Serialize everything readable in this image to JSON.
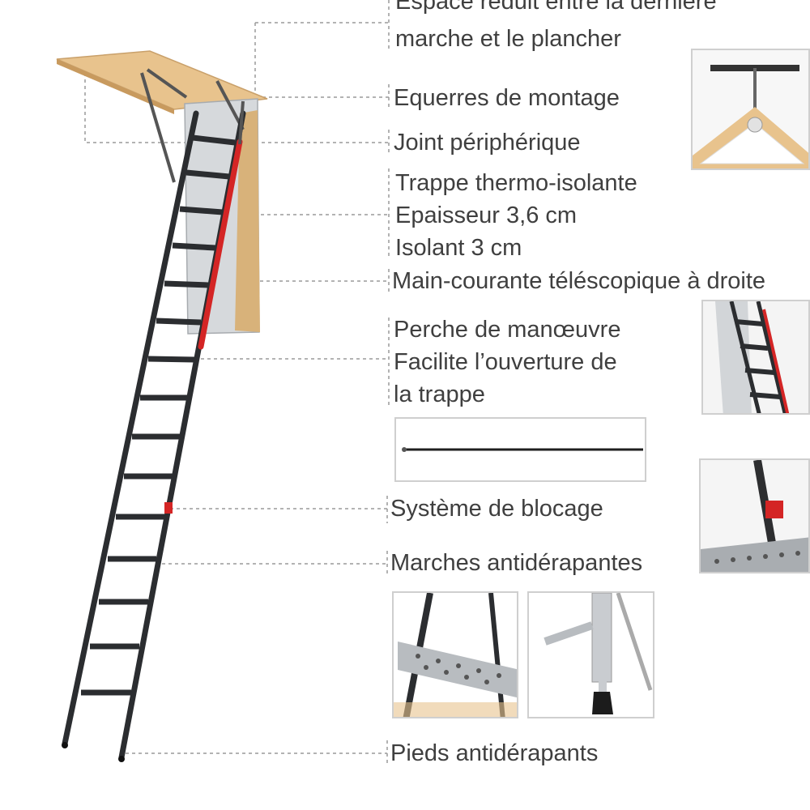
{
  "labels": {
    "espace_line1": "Espace réduit entre la dernière",
    "espace_line2": "marche et le plancher",
    "equerres": "Equerres de montage",
    "joint": "Joint périphérique",
    "trappe_line1": "Trappe thermo-isolante",
    "trappe_line2": "Epaisseur 3,6 cm",
    "trappe_line3": "Isolant 3 cm",
    "main_courante": "Main-courante téléscopique à droite",
    "perche_line1": "Perche de manœuvre",
    "perche_line2": "Facilite l’ouverture de",
    "perche_line3": "la trappe",
    "blocage": "Système de blocage",
    "marches": "Marches antidérapantes",
    "pieds": "Pieds antidérapants"
  },
  "colors": {
    "ladder": "#2b2d30",
    "handrail": "#d42525",
    "wood": "#e9c48e",
    "hatch": "#cfd3d6",
    "leader": "#9a9a9a"
  }
}
